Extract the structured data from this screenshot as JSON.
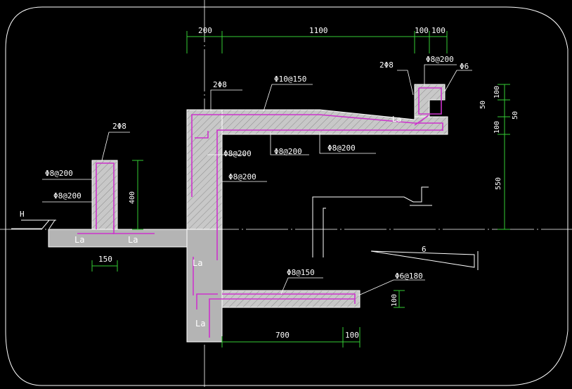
{
  "drawing": {
    "colors": {
      "background": "#000000",
      "frame": "#ffffff",
      "axis": "#ffffff",
      "concrete_fill": "#c8c8c8",
      "concrete_dark": "#9a9a9a",
      "hatch": "#2a2a2a",
      "rebar": "#cc33cc",
      "dimension": "#33cc33",
      "leader": "#ffffff",
      "text": "#ffffff"
    },
    "dimensions": {
      "top_200": "200",
      "top_1100": "1100",
      "top_100a": "100",
      "top_100b": "100",
      "right_100_top": "100",
      "right_50_left": "50",
      "right_50_right": "50",
      "right_100_mid": "100",
      "right_550": "550",
      "left_400": "400",
      "left_150": "150",
      "bottom_700": "700",
      "bottom_100": "100",
      "bottom_right_100": "100",
      "slope_6": "6"
    },
    "rebar_labels": {
      "top_2phi8": "2Φ8",
      "phi10_150": "Φ10@150",
      "phi8_200_tip": "Φ8@200",
      "phi6_tip": "Φ6",
      "tip_2phi8": "2Φ8",
      "left_2phi8": "2Φ8",
      "left_phi8_200_a": "Φ8@200",
      "left_phi8_200_b": "Φ8@200",
      "wall_phi8_200_a": "Φ8@200",
      "wall_phi8_200_b": "Φ8@200",
      "wall_phi8_200_c": "Φ8@200",
      "slab_phi8_200": "Φ8@200",
      "bottom_phi8_150": "Φ8@150",
      "bottom_phi6_180": "Φ6@180"
    },
    "anchorage_labels": {
      "la_1": "La",
      "la_2": "La",
      "la_3": "La",
      "la_4": "La",
      "la_5": "La"
    },
    "level_mark": "H"
  }
}
